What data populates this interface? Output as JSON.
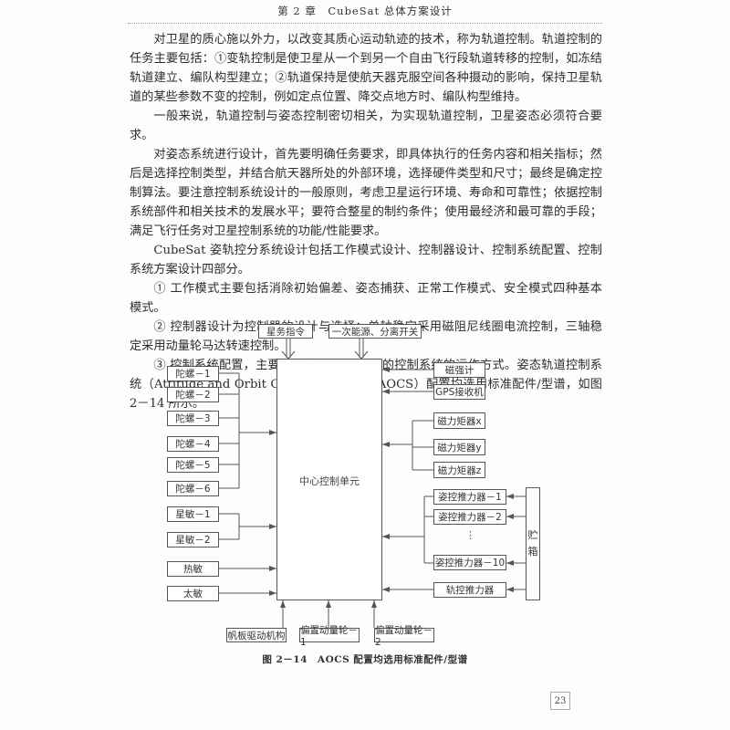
{
  "header": {
    "running_title": "第 2 章　CubeSat 总体方案设计"
  },
  "body": {
    "paragraphs": [
      "对卫星的质心施以外力，以改变其质心运动轨迹的技术，称为轨道控制。轨道控制的任务主要包括：①变轨控制是使卫星从一个到另一个自由飞行段轨道转移的控制，如冻结轨道建立、编队构型建立；②轨道保持是使航天器克服空间各种摄动的影响，保持卫星轨道的某些参数不变的控制，例如定点位置、降交点地方时、编队构型维持。",
      "一般来说，轨道控制与姿态控制密切相关，为实现轨道控制，卫星姿态必须符合要求。",
      "对姿态系统进行设计，首先要明确任务要求，即具体执行的任务内容和相关指标；然后是选择控制类型，并结合航天器所处的外部环境，选择硬件类型和尺寸；最终是确定控制算法。要注意控制系统设计的一般原则，考虑卫星运行环境、寿命和可靠性；依据控制系统部件和相关技术的发展水平；要符合整星的制约条件；使用最经济和最可靠的手段；满足飞行任务对卫星控制系统的功能/性能要求。",
      "CubeSat 姿轨控分系统设计包括工作模式设计、控制器设计、控制系统配置、控制系统方案设计四部分。",
      "① 工作模式主要包括消除初始偏差、姿态捕获、正常工作模式、安全模式四种基本模式。",
      "② 控制器设计为控制器的设计与选择：单轴稳定采用磁阻尼线圈电流控制，三轴稳定采用动量轮马达转速控制。",
      "③ 控制系统配置，主要选用标准配件/型谱的控制系统的运作方式。姿态轨道控制系统（Attitude and Orbit Control System，AOCS）配置均选用标准配件/型谱，如图 2－14 所示。"
    ]
  },
  "figure": {
    "center_unit": "中心控制单元",
    "top_inputs": [
      "星务指令",
      "一次能源、分离开关"
    ],
    "left_gyros": [
      "陀螺－1",
      "陀螺－2",
      "陀螺－3",
      "陀螺－4",
      "陀螺－5",
      "陀螺－6"
    ],
    "left_star_sensors": [
      "星敏－1",
      "星敏－2"
    ],
    "left_others": [
      "热敏",
      "太敏"
    ],
    "right_sensors": [
      "磁强计",
      "GPS接收机"
    ],
    "right_magnetorquers": [
      "磁力矩器x",
      "磁力矩器y",
      "磁力矩器z"
    ],
    "right_thrusters": [
      "姿控推力器－1",
      "姿控推力器－2",
      "姿控推力器－10"
    ],
    "thruster_ellipsis": "⋮",
    "orbit_thruster": "轨控推力器",
    "tank": [
      "贮",
      "箱"
    ],
    "bottom_outputs": [
      "帆板驱动机构",
      "偏置动量轮－1",
      "偏置动量轮－2"
    ],
    "caption": "图 2－14　AOCS 配置均选用标准配件/型谱"
  },
  "footer": {
    "page_number": "23"
  }
}
